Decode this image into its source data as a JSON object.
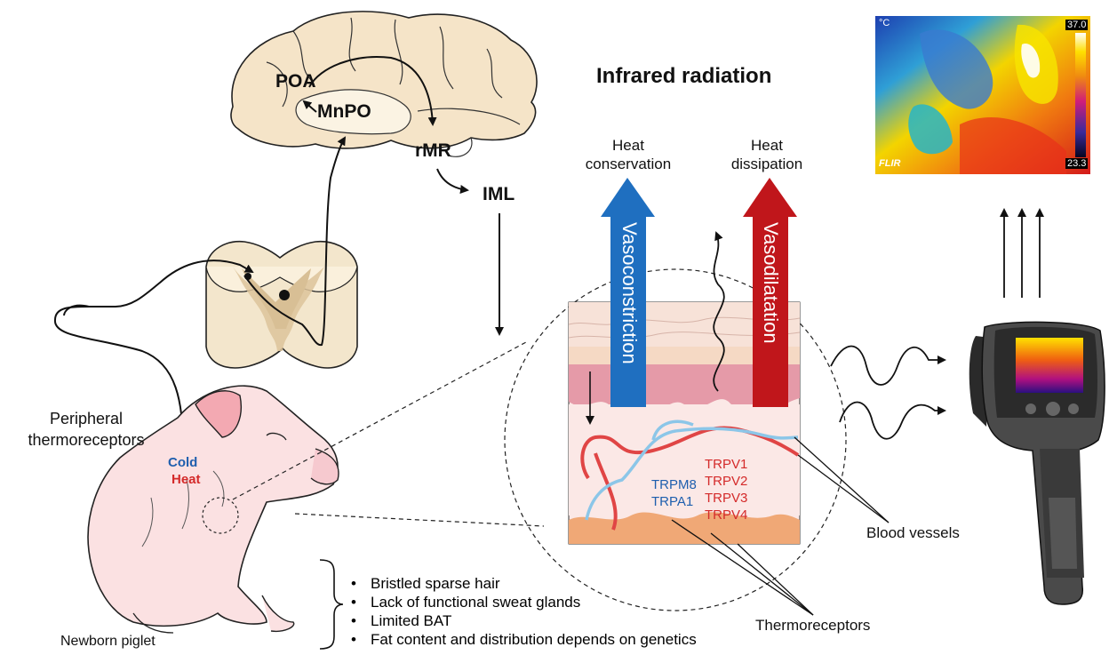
{
  "brain": {
    "poa": "POA",
    "mnpo": "MnPO",
    "rmr": "rMR",
    "iml": "IML"
  },
  "title": "Infrared radiation",
  "arrows": {
    "conservation_title": "Heat\nconservation",
    "dissipation_title": "Heat\ndissipation",
    "vasoconstriction": "Vasoconstriction",
    "vasodilatation": "Vasodilatation"
  },
  "receptors": {
    "cold_channels": [
      "TRPM8",
      "TRPA1"
    ],
    "heat_channels": [
      "TRPV1",
      "TRPV2",
      "TRPV3",
      "TRPV4"
    ]
  },
  "labels": {
    "peripheral": "Peripheral\nthermoreceptors",
    "cold": "Cold",
    "heat": "Heat",
    "newborn": "Newborn piglet",
    "blood_vessels": "Blood vessels",
    "thermoreceptors": "Thermoreceptors"
  },
  "thermal": {
    "unit": "°C",
    "max": "37.0",
    "min": "23.3",
    "brand": "FLIR"
  },
  "traits": [
    "Bristled sparse hair",
    "Lack of functional sweat glands",
    "Limited BAT",
    "Fat content and distribution depends on genetics"
  ],
  "colors": {
    "conservation_arrow": "#1f6fc0",
    "dissipation_arrow": "#c0161b",
    "cold_text": "#1f5fae",
    "heat_text": "#d42a2a",
    "blood_vessel_red": "#e04545",
    "blood_vessel_blue": "#8cc6e8"
  }
}
